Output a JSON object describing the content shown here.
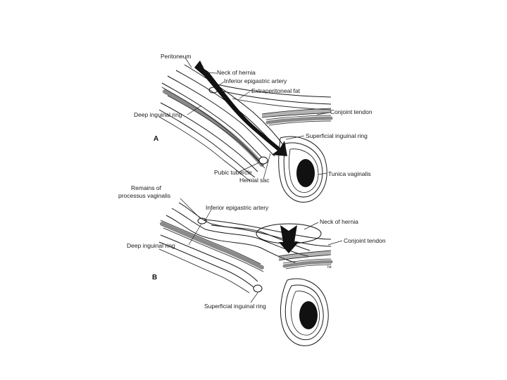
{
  "panels": {
    "a": "A",
    "b": "B"
  },
  "labels_a": {
    "peritoneum": "Peritoneum",
    "neck_of_hernia": "Neck of hernia",
    "inferior_epigastric_artery": "Inferior epigastric artery",
    "extraperitoneal_fat": "Extraperitoneal fat",
    "conjoint_tendon": "Conjoint tendon",
    "deep_inguinal_ring": "Deep inguinal ring",
    "superficial_inguinal_ring": "Superficial inguinal ring",
    "pubic_tubercle": "Pubic tubercle",
    "hernial_sac": "Hernial sac",
    "tunica_vaginalis": "Tunica vaginalis"
  },
  "labels_b": {
    "remains_of_processus_line1": "Remains of",
    "remains_of_processus_line2": "processus vaginalis",
    "inferior_epigastric_artery": "Inferior epigastric artery",
    "neck_of_hernia": "Neck of hernia",
    "conjoint_tendon": "Conjoint tendon",
    "deep_inguinal_ring": "Deep inguinal ring",
    "superficial_inguinal_ring": "Superficial inguinal ring",
    "signature": "hd"
  },
  "colors": {
    "ink": "#1a1a1a",
    "grey_band": "#8a8a8a",
    "testis": "#111111"
  }
}
